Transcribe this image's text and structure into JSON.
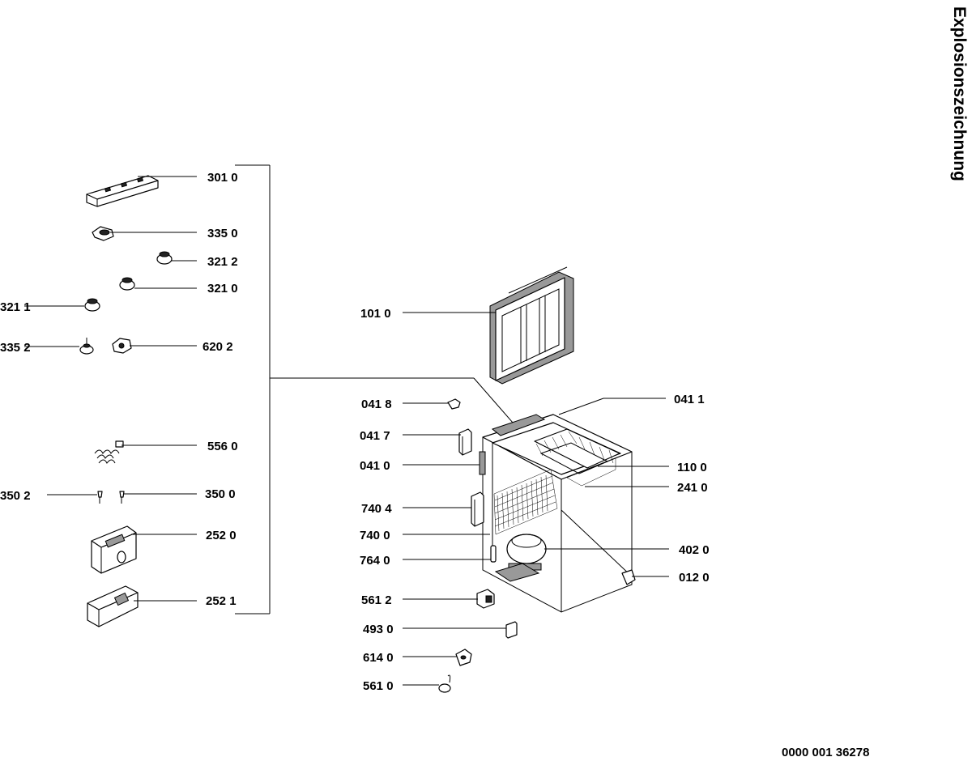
{
  "title": "Explosionszeichnung",
  "doc_number": "0000 001 36278",
  "parts": {
    "p3010": "301 0",
    "p3350": "335 0",
    "p3212": "321 2",
    "p3210": "321 0",
    "p3211": "321 1",
    "p3352": "335 2",
    "p6202": "620 2",
    "p5560": "556 0",
    "p3502": "350 2",
    "p3500": "350 0",
    "p2520": "252 0",
    "p2521": "252 1",
    "p1010": "101 0",
    "p0418": "041 8",
    "p0417": "041 7",
    "p0410": "041 0",
    "p7404": "740 4",
    "p7400": "740 0",
    "p7640": "764 0",
    "p5612": "561 2",
    "p4930": "493 0",
    "p6140": "614 0",
    "p5610": "561 0",
    "p0411": "041 1",
    "p1100": "110 0",
    "p2410": "241 0",
    "p4020": "402 0",
    "p0120": "012 0"
  }
}
